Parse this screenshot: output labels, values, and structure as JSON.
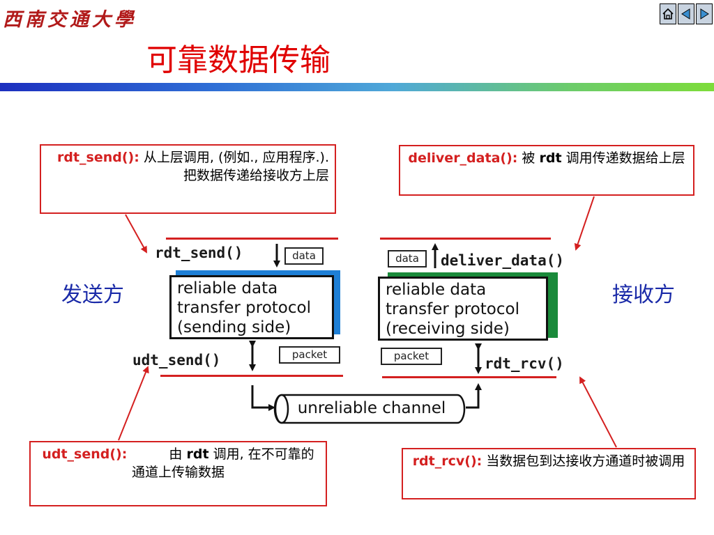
{
  "header": {
    "logo_text": "西南交通大學",
    "title": "可靠数据传输",
    "nav": [
      {
        "name": "home-icon"
      },
      {
        "name": "previous-icon"
      },
      {
        "name": "next-icon"
      }
    ]
  },
  "callouts": {
    "rdt_send": {
      "name": "rdt_send():",
      "desc": "从上层调用, (例如., 应用程序.). 把数据传递给接收方上层"
    },
    "deliver_data": {
      "name": "deliver_data():",
      "desc_prefix": "被",
      "desc_bold": "rdt",
      "desc_suffix": "调用传递数据给上层"
    },
    "udt_send": {
      "name": "udt_send():",
      "desc_prefix": "由",
      "desc_bold": "rdt",
      "desc_suffix": "调用, 在不可靠的通道上传输数据"
    },
    "rdt_rcv": {
      "name": "rdt_rcv():",
      "desc": "当数据包到达接收方通道时被调用"
    }
  },
  "diagram": {
    "sender_label": "发送方",
    "receiver_label": "接收方",
    "sender_top_fn": "rdt_send()",
    "sender_bottom_fn": "udt_send()",
    "receiver_top_fn": "deliver_data()",
    "receiver_bottom_fn": "rdt_rcv()",
    "data_tag": "data",
    "packet_tag": "packet",
    "sender_box": [
      "reliable data",
      "transfer protocol",
      "(sending side)"
    ],
    "receiver_box": [
      "reliable data",
      "transfer protocol",
      "(receiving side)"
    ],
    "channel": "unreliable channel",
    "colors": {
      "sender_shadow": "#1e7fd6",
      "receiver_shadow": "#1a8a3a",
      "accent": "#d42020"
    }
  }
}
